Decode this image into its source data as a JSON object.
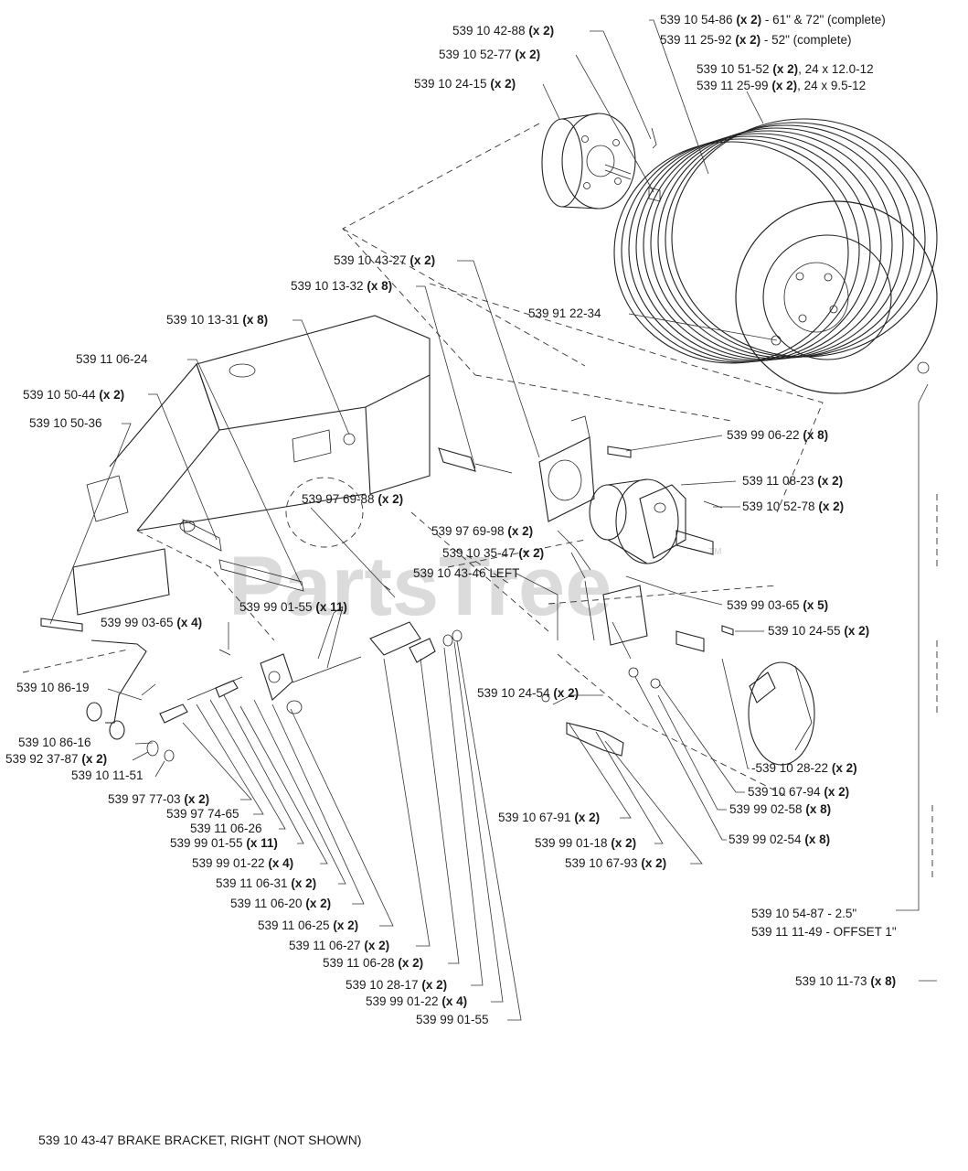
{
  "watermark": {
    "text": "PartsTree",
    "tm": "TM"
  },
  "footnote": "539 10 43-47 BRAKE BRACKET, RIGHT (NOT SHOWN)",
  "labels": [
    {
      "id": "lbl-539104288",
      "part": "539 10 42-88",
      "qty": "(x 2)",
      "note": ""
    },
    {
      "id": "lbl-539105277",
      "part": "539 10 52-77",
      "qty": "(x 2)",
      "note": ""
    },
    {
      "id": "lbl-539102415",
      "part": "539 10 24-15",
      "qty": "(x 2)",
      "note": ""
    },
    {
      "id": "lbl-539105486",
      "part": "539 10 54-86",
      "qty": "(x 2)",
      "note": "- 61\" & 72\" (complete)"
    },
    {
      "id": "lbl-539112592",
      "part": "539 11 25-92",
      "qty": "(x 2)",
      "note": "- 52\" (complete)"
    },
    {
      "id": "lbl-539105152",
      "part": "539 10 51-52",
      "qty": "(x 2)",
      "note": ", 24 x 12.0-12"
    },
    {
      "id": "lbl-539112599",
      "part": "539 11 25-99",
      "qty": "(x 2)",
      "note": ", 24 x 9.5-12"
    },
    {
      "id": "lbl-539104327",
      "part": "539 10 43-27",
      "qty": "(x 2)",
      "note": ""
    },
    {
      "id": "lbl-539101332",
      "part": "539 10 13-32",
      "qty": "(x 8)",
      "note": ""
    },
    {
      "id": "lbl-539912234",
      "part": "539 91 22-34",
      "qty": "",
      "note": ""
    },
    {
      "id": "lbl-539101331",
      "part": "539 10 13-31",
      "qty": "(x 8)",
      "note": ""
    },
    {
      "id": "lbl-539110624",
      "part": "539 11 06-24",
      "qty": "",
      "note": ""
    },
    {
      "id": "lbl-539105044",
      "part": "539 10 50-44",
      "qty": "(x 2)",
      "note": ""
    },
    {
      "id": "lbl-539105036",
      "part": "539 10 50-36",
      "qty": "",
      "note": ""
    },
    {
      "id": "lbl-539990622",
      "part": "539 99 06-22",
      "qty": "(x 8)",
      "note": ""
    },
    {
      "id": "lbl-539110823",
      "part": "539 11 08-23",
      "qty": "(x 2)",
      "note": ""
    },
    {
      "id": "lbl-539105278",
      "part": "539 10 52-78",
      "qty": "(x 2)",
      "note": ""
    },
    {
      "id": "lbl-539976988",
      "part": "539 97 69-88",
      "qty": "(x 2)",
      "note": ""
    },
    {
      "id": "lbl-539976998",
      "part": "539 97 69-98",
      "qty": "(x 2)",
      "note": ""
    },
    {
      "id": "lbl-539103547",
      "part": "539 10 35-47",
      "qty": "(x 2)",
      "note": ""
    },
    {
      "id": "lbl-539104346",
      "part": "539 10 43-46 LEFT",
      "qty": "",
      "note": ""
    },
    {
      "id": "lbl-539990365a",
      "part": "539 99 03-65",
      "qty": "(x 5)",
      "note": ""
    },
    {
      "id": "lbl-539990155a",
      "part": "539 99 01-55",
      "qty": "(x 11)",
      "note": ""
    },
    {
      "id": "lbl-539990365b",
      "part": "539 99 03-65",
      "qty": "(x 4)",
      "note": ""
    },
    {
      "id": "lbl-539102455",
      "part": "539 10 24-55",
      "qty": "(x 2)",
      "note": ""
    },
    {
      "id": "lbl-539108619",
      "part": "539 10 86-19",
      "qty": "",
      "note": ""
    },
    {
      "id": "lbl-539102454",
      "part": "539 10 24-54",
      "qty": "(x 2)",
      "note": ""
    },
    {
      "id": "lbl-539108616",
      "part": "539 10 86-16",
      "qty": "",
      "note": ""
    },
    {
      "id": "lbl-539923787",
      "part": "539 92 37-87",
      "qty": "(x 2)",
      "note": ""
    },
    {
      "id": "lbl-539101151",
      "part": "539 10 11-51",
      "qty": "",
      "note": ""
    },
    {
      "id": "lbl-539102822",
      "part": "-539 10 28-22",
      "qty": "(x 2)",
      "note": ""
    },
    {
      "id": "lbl-539106794",
      "part": "539 10 67-94",
      "qty": "(x 2)",
      "note": ""
    },
    {
      "id": "lbl-539990258",
      "part": "539 99 02-58",
      "qty": "(x 8)",
      "note": ""
    },
    {
      "id": "lbl-539977703",
      "part": "539 97 77-03",
      "qty": "(x 2)",
      "note": ""
    },
    {
      "id": "lbl-539977465",
      "part": "539 97 74-65",
      "qty": "",
      "note": ""
    },
    {
      "id": "lbl-539106791",
      "part": "539 10 67-91",
      "qty": "(x 2)",
      "note": ""
    },
    {
      "id": "lbl-539110626",
      "part": "539 11 06-26",
      "qty": "",
      "note": ""
    },
    {
      "id": "lbl-539990155b",
      "part": "539 99 01-55",
      "qty": "(x 11)",
      "note": ""
    },
    {
      "id": "lbl-539990254",
      "part": "539 99 02-54",
      "qty": "(x 8)",
      "note": ""
    },
    {
      "id": "lbl-539990118",
      "part": "539 99 01-18",
      "qty": "(x 2)",
      "note": ""
    },
    {
      "id": "lbl-539106793",
      "part": "539 10 67-93",
      "qty": "(x 2)",
      "note": ""
    },
    {
      "id": "lbl-539990122a",
      "part": "539 99 01-22",
      "qty": "(x 4)",
      "note": ""
    },
    {
      "id": "lbl-539110631",
      "part": "539 11 06-31",
      "qty": "(x 2)",
      "note": ""
    },
    {
      "id": "lbl-539110620",
      "part": "539 11 06-20",
      "qty": "(x 2)",
      "note": ""
    },
    {
      "id": "lbl-539105487",
      "part": "539 10 54-87",
      "qty": "",
      "note": "- 2.5\""
    },
    {
      "id": "lbl-539110625",
      "part": "539 11 06-25",
      "qty": "(x 2)",
      "note": ""
    },
    {
      "id": "lbl-539111149",
      "part": "539 11 11-49",
      "qty": "",
      "note": "- OFFSET 1\""
    },
    {
      "id": "lbl-539110627",
      "part": "539 11 06-27",
      "qty": "(x 2)",
      "note": ""
    },
    {
      "id": "lbl-539110628",
      "part": "539 11 06-28",
      "qty": "(x 2)",
      "note": ""
    },
    {
      "id": "lbl-539101173",
      "part": "539 10 11-73",
      "qty": "(x 8)",
      "note": ""
    },
    {
      "id": "lbl-539102817",
      "part": "539 10 28-17",
      "qty": "(x 2)",
      "note": ""
    },
    {
      "id": "lbl-539990122b",
      "part": "539 99 01-22",
      "qty": "(x 4)",
      "note": ""
    },
    {
      "id": "lbl-539990155c",
      "part": "539 99 01-55",
      "qty": "",
      "note": ""
    }
  ]
}
